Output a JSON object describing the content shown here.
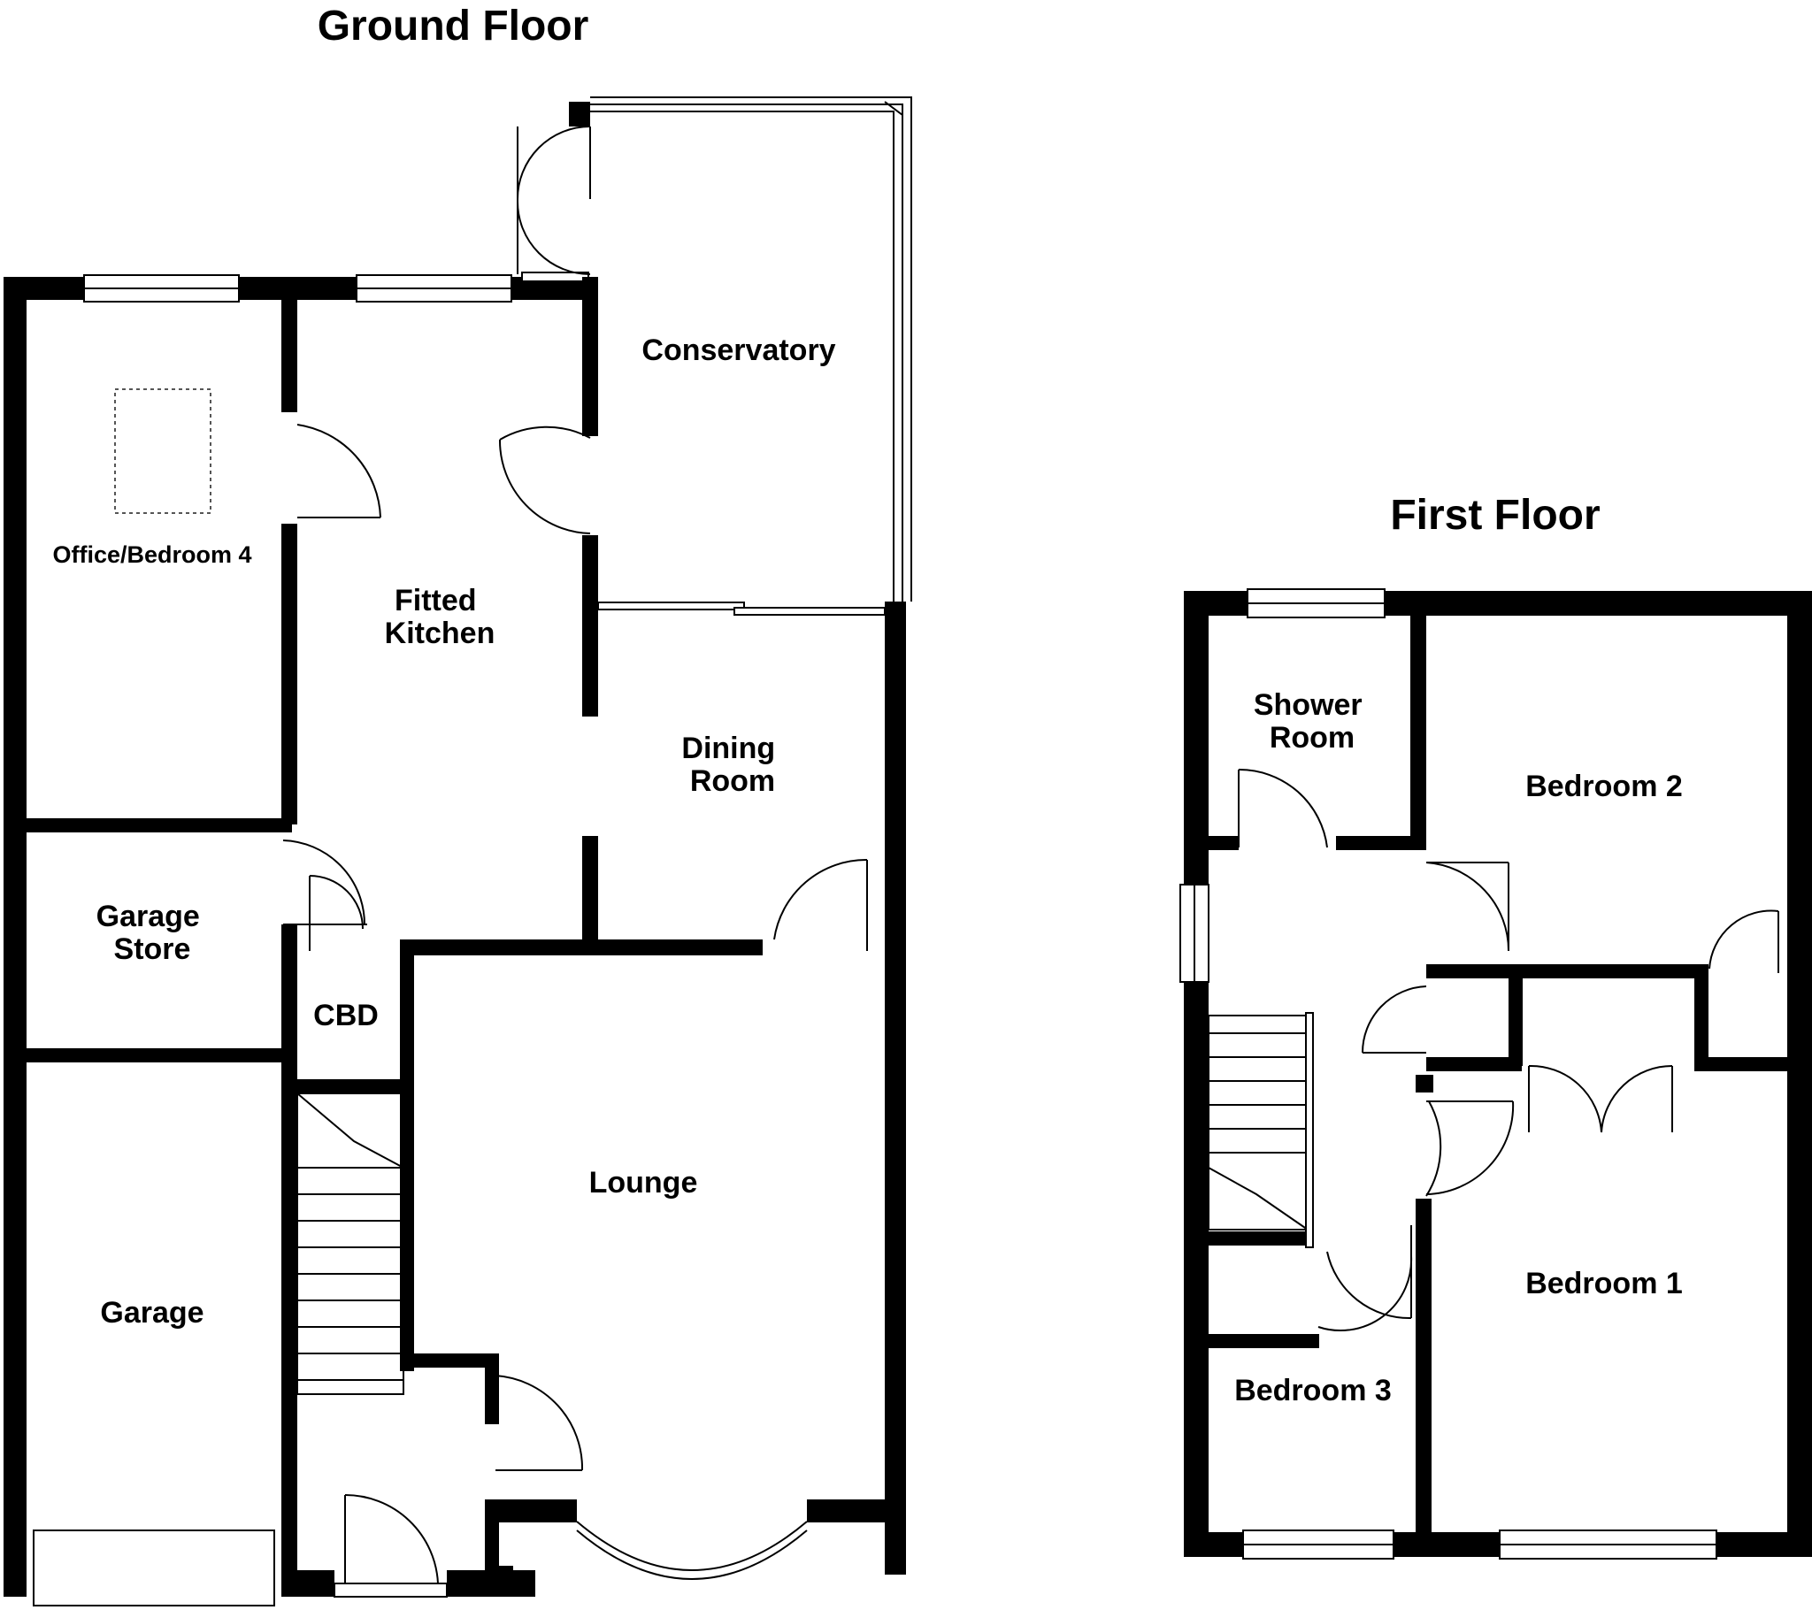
{
  "floors": [
    {
      "title": "Ground Floor",
      "rooms": [
        {
          "lines": [
            "Conservatory"
          ]
        },
        {
          "lines": [
            "Office/Bedroom 4"
          ]
        },
        {
          "lines": [
            "Fitted",
            "Kitchen"
          ]
        },
        {
          "lines": [
            "Dining",
            "Room"
          ]
        },
        {
          "lines": [
            "Garage",
            "Store"
          ]
        },
        {
          "lines": [
            "CBD"
          ]
        },
        {
          "lines": [
            "Lounge"
          ]
        },
        {
          "lines": [
            "Garage"
          ]
        }
      ]
    },
    {
      "title": "First Floor",
      "rooms": [
        {
          "lines": [
            "Shower",
            "Room"
          ]
        },
        {
          "lines": [
            "Bedroom 2"
          ]
        },
        {
          "lines": [
            "Bedroom 1"
          ]
        },
        {
          "lines": [
            "Bedroom 3"
          ]
        }
      ]
    }
  ],
  "colors": {
    "wall": "#000000",
    "background": "#ffffff"
  }
}
